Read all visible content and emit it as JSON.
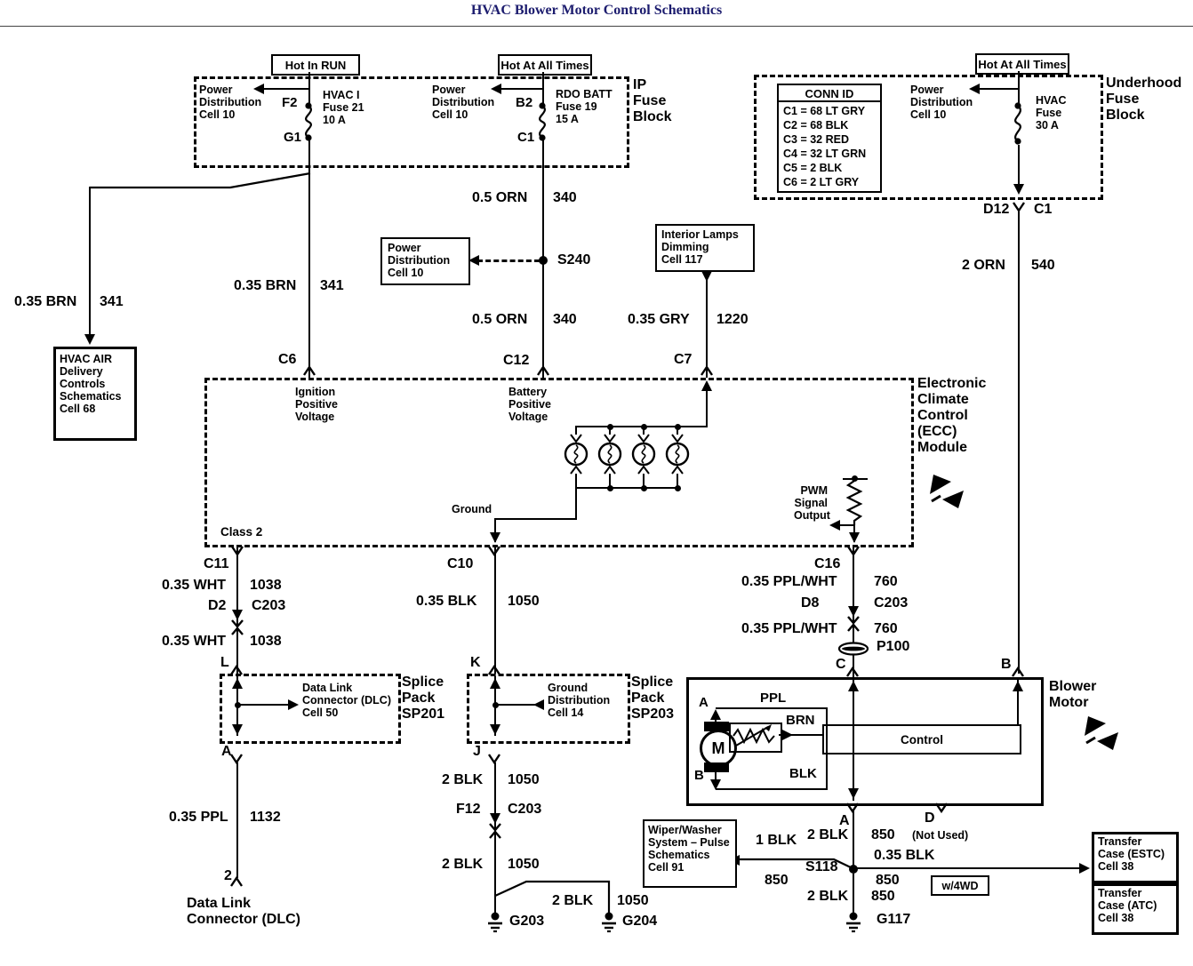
{
  "title": "HVAC Blower Motor Control Schematics",
  "title_color": "#1c1c6e",
  "banners": {
    "hot_in_run": "Hot In RUN",
    "hot_at_all_times_ip": "Hot At All Times",
    "hot_at_all_times_uh": "Hot At All Times"
  },
  "ip_block": {
    "name": "IP\nFuse\nBlock",
    "left_ref": "Power\nDistribution\nCell 10",
    "left_pin_top": "F2",
    "left_pin_bot": "G1",
    "left_fuse": "HVAC I\nFuse 21\n10 A",
    "right_ref": "Power\nDistribution\nCell 10",
    "right_pin_top": "B2",
    "right_pin_bot": "C1",
    "right_fuse": "RDO BATT\nFuse 19\n15 A"
  },
  "underhood": {
    "name": "Underhood\nFuse\nBlock",
    "ref": "Power\nDistribution\nCell 10",
    "fuse": "HVAC\nFuse\n30 A",
    "pin_left": "D12",
    "pin_right": "C1",
    "conn_table": {
      "header": "CONN ID",
      "rows": [
        "C1 = 68 LT GRY",
        "C2 = 68 BLK",
        "C3 = 32 RED",
        "C4 = 32 LT GRN",
        "C5 = 2 BLK",
        "C6 = 2 LT GRY"
      ]
    }
  },
  "ref_boxes": {
    "hvac_air": "HVAC AIR\nDelivery\nControls\nSchematics\nCell 68",
    "power_dist": "Power\nDistribution\nCell 10",
    "interior_lamps": "Interior Lamps\nDimming\nCell 117",
    "wiper": "Wiper/Washer\nSystem – Pulse\nSchematics\nCell 91",
    "transfer_estc": "Transfer\nCase (ESTC)\nCell 38",
    "transfer_atc": "Transfer\nCase (ATC)\nCell 38",
    "w4wd": "w/4WD",
    "dlc_bottom": "Data Link\nConnector (DLC)"
  },
  "wires": {
    "brn341_branch": {
      "size": "0.35 BRN",
      "num": "341"
    },
    "brn341_main": {
      "size": "0.35 BRN",
      "num": "341"
    },
    "orn340_up": {
      "size": "0.5 ORN",
      "num": "340"
    },
    "orn340_dn": {
      "size": "0.5 ORN",
      "num": "340"
    },
    "gry1220": {
      "size": "0.35 GRY",
      "num": "1220"
    },
    "orn540": {
      "size": "2 ORN",
      "num": "540"
    },
    "wht1038_up": {
      "size": "0.35 WHT",
      "num": "1038"
    },
    "wht1038_dn": {
      "size": "0.35 WHT",
      "num": "1038"
    },
    "blk1050_c10": {
      "size": "0.35 BLK",
      "num": "1050"
    },
    "pplwht760_up": {
      "size": "0.35 PPL/WHT",
      "num": "760"
    },
    "pplwht760_dn": {
      "size": "0.35 PPL/WHT",
      "num": "760"
    },
    "ppl1132": {
      "size": "0.35 PPL",
      "num": "1132"
    },
    "blk1050_j1": {
      "size": "2 BLK",
      "num": "1050"
    },
    "blk1050_j2": {
      "size": "2 BLK",
      "num": "1050"
    },
    "blk1050_g204": {
      "size": "2 BLK",
      "num": "1050"
    },
    "blk850_a": {
      "size": "2 BLK",
      "num": "850"
    },
    "blk850_wiper": {
      "size": "1 BLK",
      "num": "850"
    },
    "blk850_right": {
      "size": "0.35 BLK",
      "num": "850"
    },
    "blk850_g117": {
      "size": "2 BLK",
      "num": "850"
    }
  },
  "ecc": {
    "name": "Electronic\nClimate\nControl\n(ECC)\nModule",
    "ignition": "Ignition\nPositive\nVoltage",
    "battery": "Battery\nPositive\nVoltage",
    "ground": "Ground",
    "class2": "Class 2",
    "pwm": "PWM\nSignal\nOutput",
    "pin_c6": "C6",
    "pin_c12": "C12",
    "pin_c7": "C7",
    "pin_c11": "C11",
    "pin_c10": "C10",
    "pin_c16": "C16"
  },
  "splice_packs": {
    "sp201": {
      "name": "Splice\nPack\nSP201",
      "ref": "Data Link\nConnector (DLC)\nCell 50",
      "pin_top": "L",
      "pin_bot": "A"
    },
    "sp203": {
      "name": "Splice\nPack\nSP203",
      "ref": "Ground\nDistribution\nCell 14",
      "pin_top": "K",
      "pin_bot": "J"
    }
  },
  "inline_connectors": {
    "c203_left": {
      "pin": "D2",
      "id": "C203"
    },
    "c203_mid": {
      "pin": "F12",
      "id": "C203"
    },
    "c203_right": {
      "pin": "D8",
      "id": "C203"
    }
  },
  "blower": {
    "name": "Blower\nMotor",
    "control": "Control",
    "motor": "M",
    "pin_a_int": "A",
    "pin_b_int": "B",
    "wire_ppl": "PPL",
    "wire_brn": "BRN",
    "wire_blk": "BLK",
    "pin_c": "C",
    "pin_b": "B",
    "pin_a": "A",
    "pin_d": "D",
    "not_used": "(Not Used)"
  },
  "nodes": {
    "s240": "S240",
    "s118": "S118",
    "p100": "P100",
    "g203": "G203",
    "g204": "G204",
    "g117": "G117",
    "dlc_pin": "2"
  }
}
